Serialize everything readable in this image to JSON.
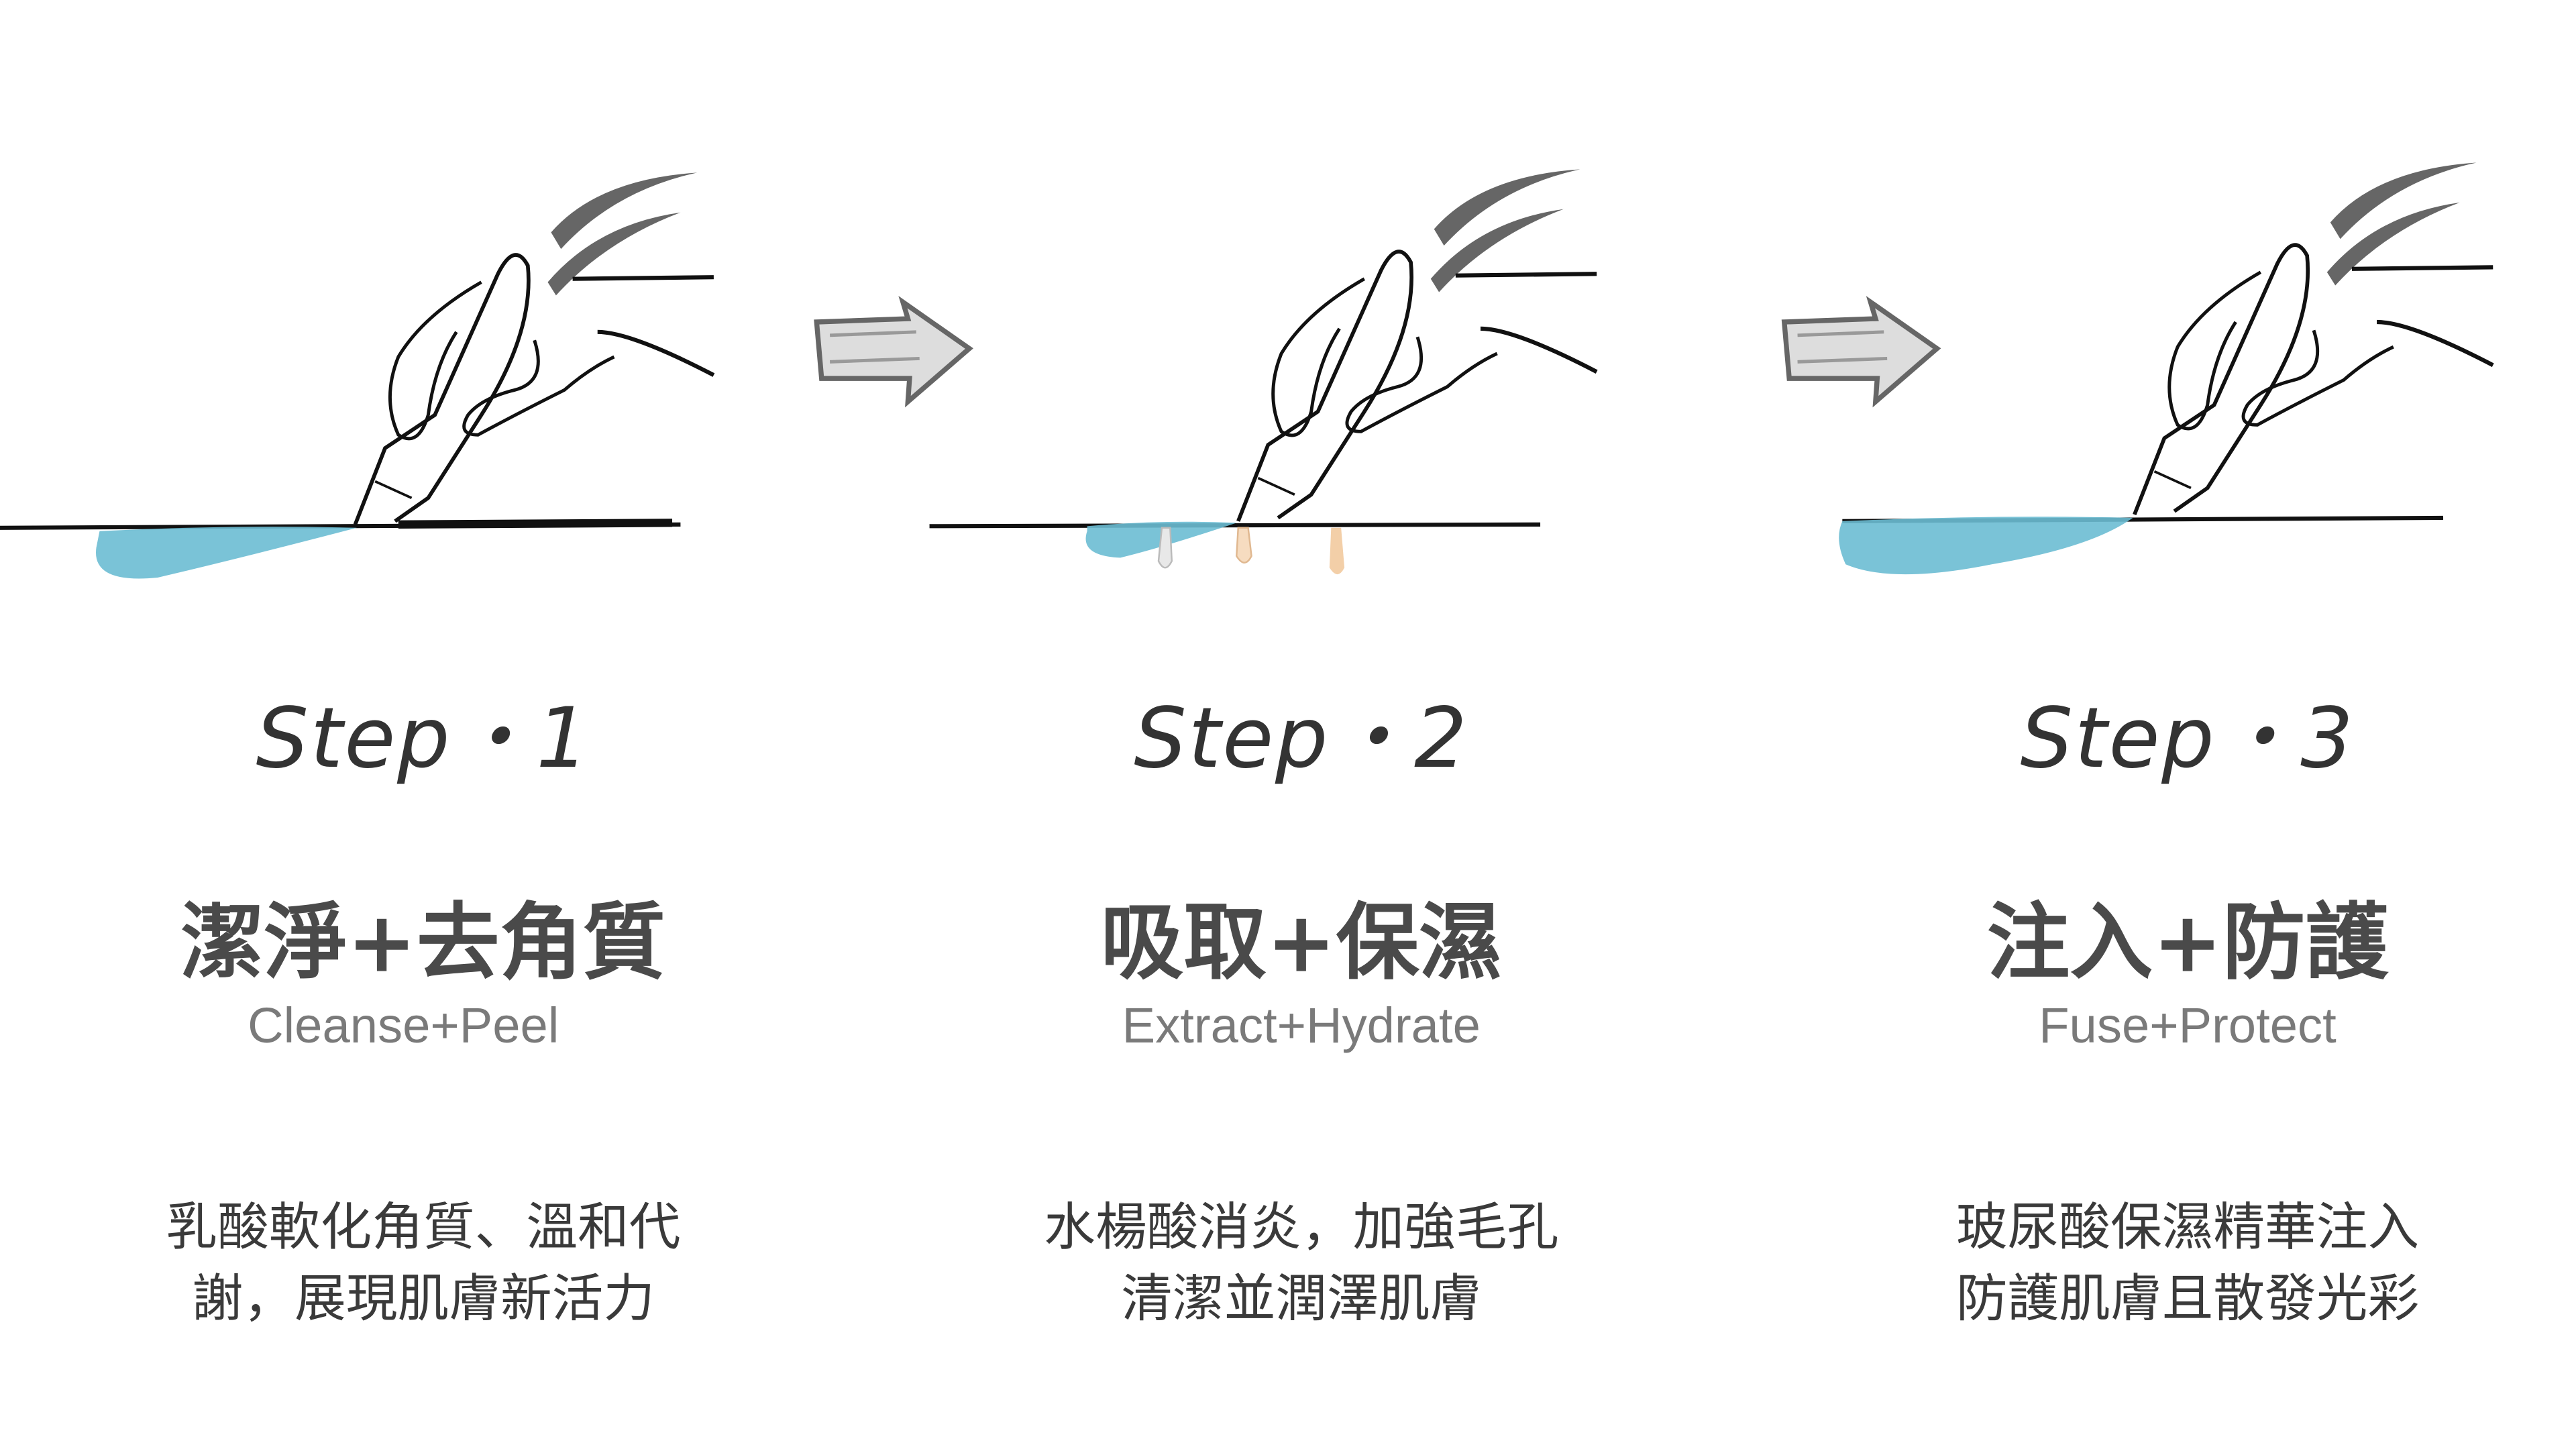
{
  "steps": [
    {
      "step": "Step・1",
      "title": "潔淨+去角質",
      "subtitle": "Cleanse+Peel",
      "desc": [
        "乳酸軟化角質、溫和代",
        "謝，展現肌膚新活力"
      ]
    },
    {
      "step": "Step・2",
      "title": "吸取+保濕",
      "subtitle": "Extract+Hydrate",
      "desc": [
        "水楊酸消炎，加強毛孔",
        "清潔並潤澤肌膚"
      ]
    },
    {
      "step": "Step・3",
      "title": "注入+防護",
      "subtitle": "Fuse+Protect",
      "desc": [
        "玻尿酸保濕精華注入",
        "防護肌膚且散發光彩"
      ]
    }
  ],
  "colors": {
    "serum": "#6bbdd3",
    "line": "#111111",
    "arrow": "#777777",
    "text": "#4a4a4a"
  }
}
